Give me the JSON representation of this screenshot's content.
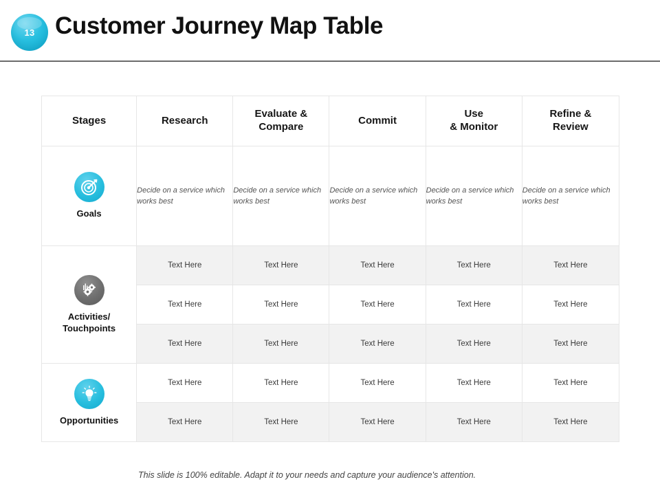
{
  "header": {
    "badge_number": "13",
    "title": "Customer Journey Map Table",
    "accent_color": "#29c0e0"
  },
  "table": {
    "columns": [
      "Stages",
      "Research",
      "Evaluate &\nCompare",
      "Commit",
      "Use\n& Monitor",
      "Refine &\nReview"
    ],
    "column_headers": {
      "stages": "Stages",
      "research": "Research",
      "evaluate_line1": "Evaluate &",
      "evaluate_line2": "Compare",
      "commit": "Commit",
      "use_line1": "Use",
      "use_line2": "& Monitor",
      "refine_line1": "Refine &",
      "refine_line2": "Review"
    },
    "rows": [
      {
        "stage_label": "Goals",
        "icon": "target-icon",
        "icon_color": "#29c0e0",
        "cells": [
          "Decide on a service which works best",
          "Decide on a service which works best",
          "Decide on a service which works best",
          "Decide on a service which works best",
          "Decide on a service which works best"
        ]
      },
      {
        "stage_label_line1": "Activities/",
        "stage_label_line2": "Touchpoints",
        "icon": "gears-icon",
        "icon_color": "#6e6e6e",
        "subrows": [
          {
            "shaded": true,
            "cells": [
              "Text Here",
              "Text Here",
              "Text Here",
              "Text Here",
              "Text Here"
            ]
          },
          {
            "shaded": false,
            "cells": [
              "Text Here",
              "Text Here",
              "Text Here",
              "Text Here",
              "Text Here"
            ]
          },
          {
            "shaded": true,
            "cells": [
              "Text Here",
              "Text Here",
              "Text Here",
              "Text Here",
              "Text Here"
            ]
          }
        ]
      },
      {
        "stage_label": "Opportunities",
        "icon": "lightbulb-icon",
        "icon_color": "#29c0e0",
        "subrows": [
          {
            "shaded": false,
            "cells": [
              "Text Here",
              "Text Here",
              "Text Here",
              "Text Here",
              "Text Here"
            ]
          },
          {
            "shaded": true,
            "cells": [
              "Text Here",
              "Text Here",
              "Text Here",
              "Text Here",
              "Text Here"
            ]
          }
        ]
      }
    ]
  },
  "footer": {
    "note": "This slide is 100% editable. Adapt it to your needs and capture your audience's attention."
  }
}
